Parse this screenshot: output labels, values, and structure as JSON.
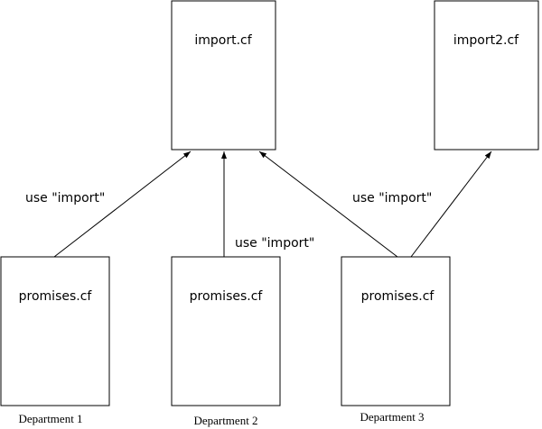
{
  "nodes": {
    "import": {
      "label": "import.cf"
    },
    "import2": {
      "label": "import2.cf"
    },
    "promises1": {
      "label": "promises.cf"
    },
    "promises2": {
      "label": "promises.cf"
    },
    "promises3": {
      "label": "promises.cf"
    }
  },
  "edges": {
    "dept1_to_import": {
      "label": "use \"import\""
    },
    "dept2_to_import": {
      "label": "use \"import\""
    },
    "dept3_to_import": {
      "label": "use \"import\""
    },
    "dept3_to_import2": {
      "label": ""
    }
  },
  "departments": {
    "dept1": "Department 1",
    "dept2": "Department 2",
    "dept3": "Department 3"
  },
  "colors": {
    "stroke": "#000000",
    "background": "#ffffff"
  }
}
